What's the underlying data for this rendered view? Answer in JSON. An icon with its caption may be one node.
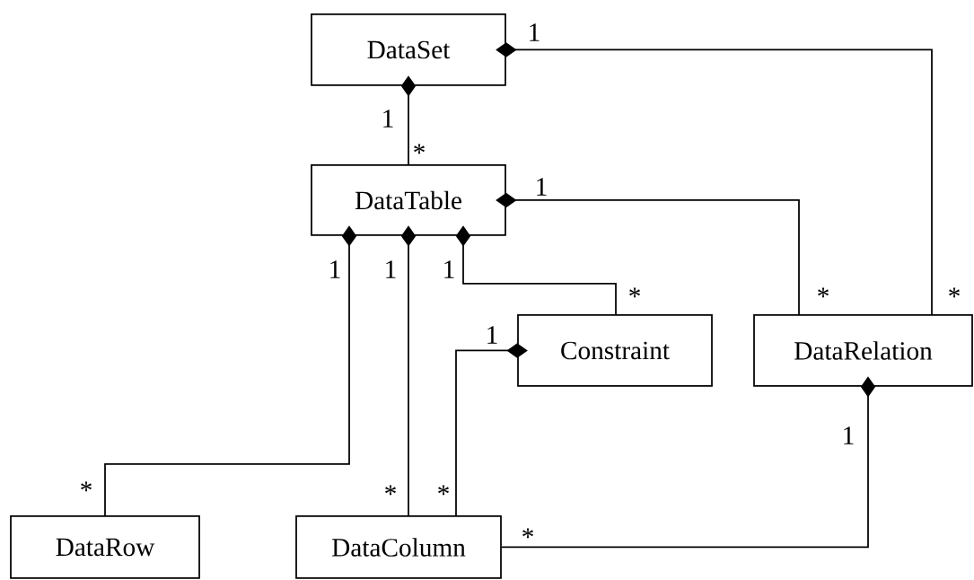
{
  "diagram": {
    "nodes": [
      {
        "text": [
          "DataSet"
        ]
      },
      {
        "text": [
          "DataTable"
        ]
      },
      {
        "text": [
          "Constraint"
        ]
      },
      {
        "text": [
          "DataRelation"
        ]
      },
      {
        "text": [
          "DataRow"
        ]
      },
      {
        "text": [
          "DataColumn"
        ]
      }
    ],
    "edges": [
      {
        "from": 0,
        "to": 1,
        "arrow": "other"
      },
      {
        "from": 0,
        "to": 3,
        "arrow": "other"
      },
      {
        "from": 1,
        "to": 3,
        "arrow": "other"
      },
      {
        "from": 1,
        "to": 4,
        "arrow": "other"
      },
      {
        "from": 1,
        "to": 5,
        "arrow": "other"
      },
      {
        "from": 1,
        "to": 2,
        "arrow": "other"
      },
      {
        "from": 2,
        "to": 5,
        "arrow": "other"
      },
      {
        "from": 3,
        "to": 5,
        "arrow": "other"
      }
    ],
    "labels": [
      "1",
      "1",
      "*",
      "1",
      "1",
      "1",
      "1",
      "*",
      "*",
      "*",
      "1",
      "1",
      "*",
      "*",
      "*",
      "*"
    ]
  }
}
